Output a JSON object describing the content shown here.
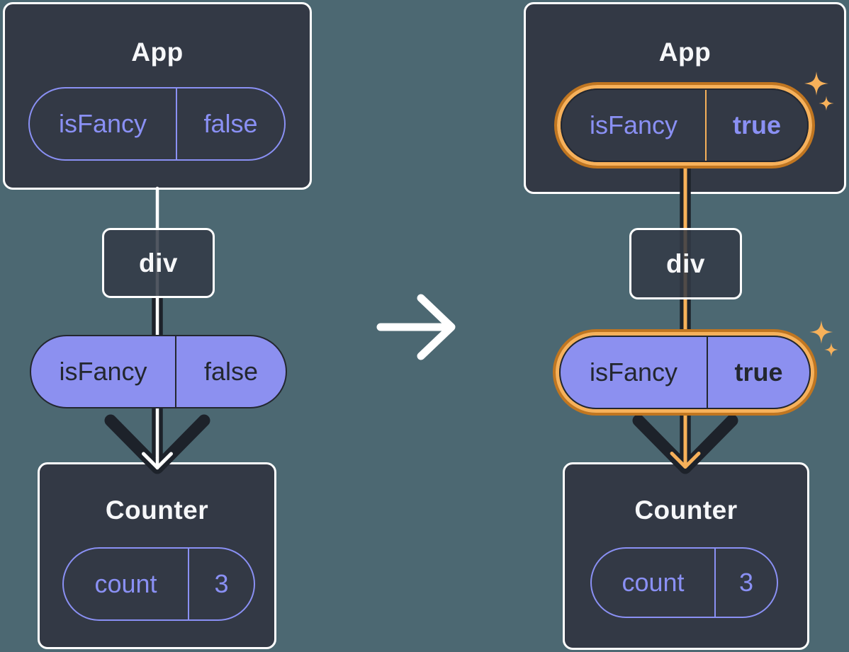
{
  "diagram": {
    "before": {
      "app": {
        "title": "App",
        "state": {
          "key": "isFancy",
          "value": "false"
        }
      },
      "middle": {
        "title": "div"
      },
      "prop": {
        "key": "isFancy",
        "value": "false"
      },
      "counter": {
        "title": "Counter",
        "state": {
          "key": "count",
          "value": "3"
        }
      }
    },
    "after": {
      "app": {
        "title": "App",
        "state": {
          "key": "isFancy",
          "value": "true"
        }
      },
      "middle": {
        "title": "div"
      },
      "prop": {
        "key": "isFancy",
        "value": "true"
      },
      "counter": {
        "title": "Counter",
        "state": {
          "key": "count",
          "value": "3"
        }
      }
    }
  },
  "icons": {
    "transition": "arrow-right-icon",
    "flow": "arrow-down-icon",
    "highlight": "sparkles-icon"
  },
  "colors": {
    "page-bg": "#4C6872",
    "card-bg": "#333945",
    "card-border": "#FFFFFF",
    "purple": "#8A90F4",
    "purple-fill": "#8C90F0",
    "ink": "#23272F",
    "line-dark": "#1D222A",
    "orange": "#C17620",
    "orange-light": "#F7B15A",
    "title": "#F6F7F9"
  }
}
